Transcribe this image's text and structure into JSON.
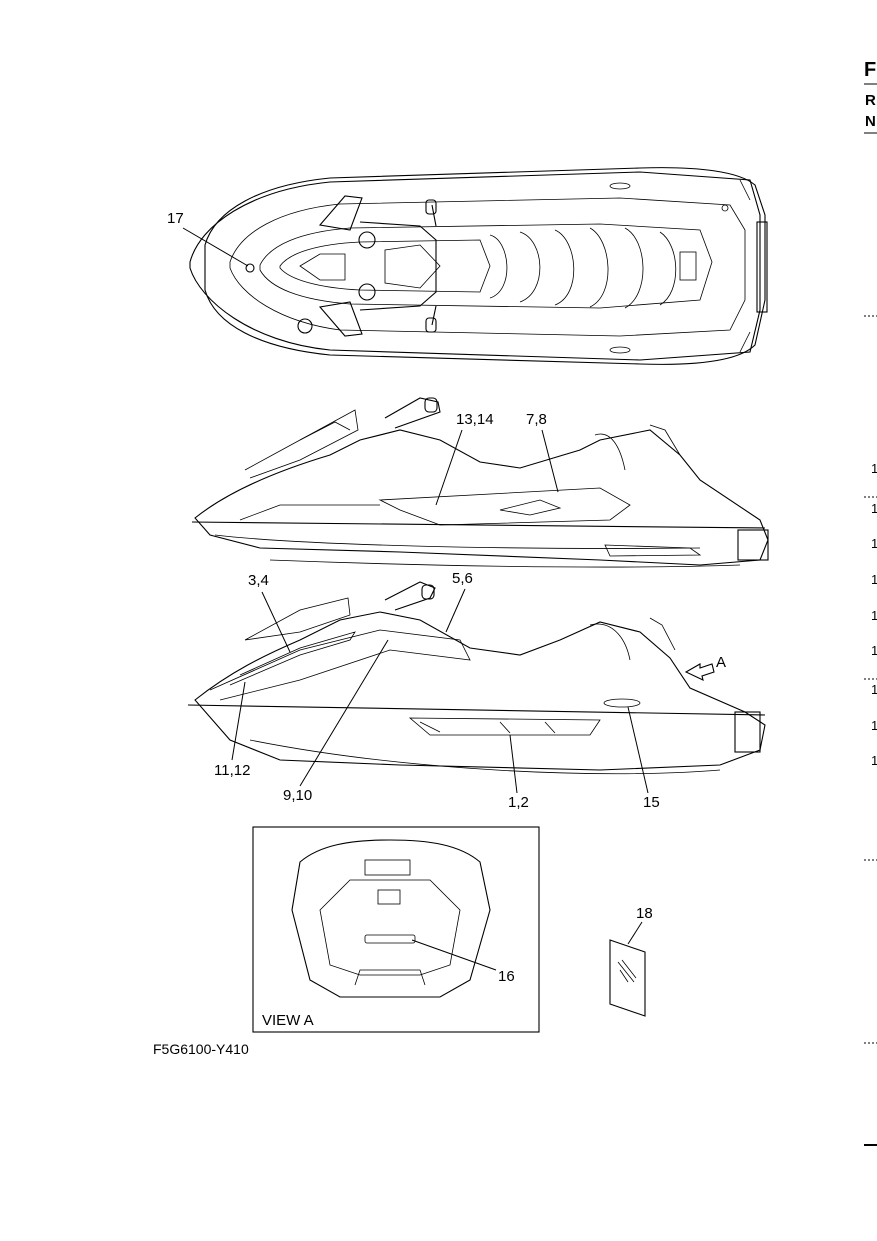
{
  "callouts": {
    "c17": "17",
    "c13_14": "13,14",
    "c7_8": "7,8",
    "c3_4": "3,4",
    "c5_6": "5,6",
    "c11_12": "11,12",
    "c9_10": "9,10",
    "c1_2": "1,2",
    "c15": "15",
    "c16": "16",
    "c18": "18",
    "arrow_a": "A"
  },
  "view_a_label": "VIEW A",
  "figure_code": "F5G6100-Y410",
  "right_edge": {
    "header_letters": [
      "F",
      "R",
      "N"
    ],
    "numbers": [
      "1",
      "1",
      "1",
      "1",
      "1",
      "1",
      "1",
      "1",
      "1"
    ]
  },
  "icons": [
    "arrow-a-icon",
    "decal-sheet-icon",
    "watercraft-top-view",
    "watercraft-side-view"
  ]
}
